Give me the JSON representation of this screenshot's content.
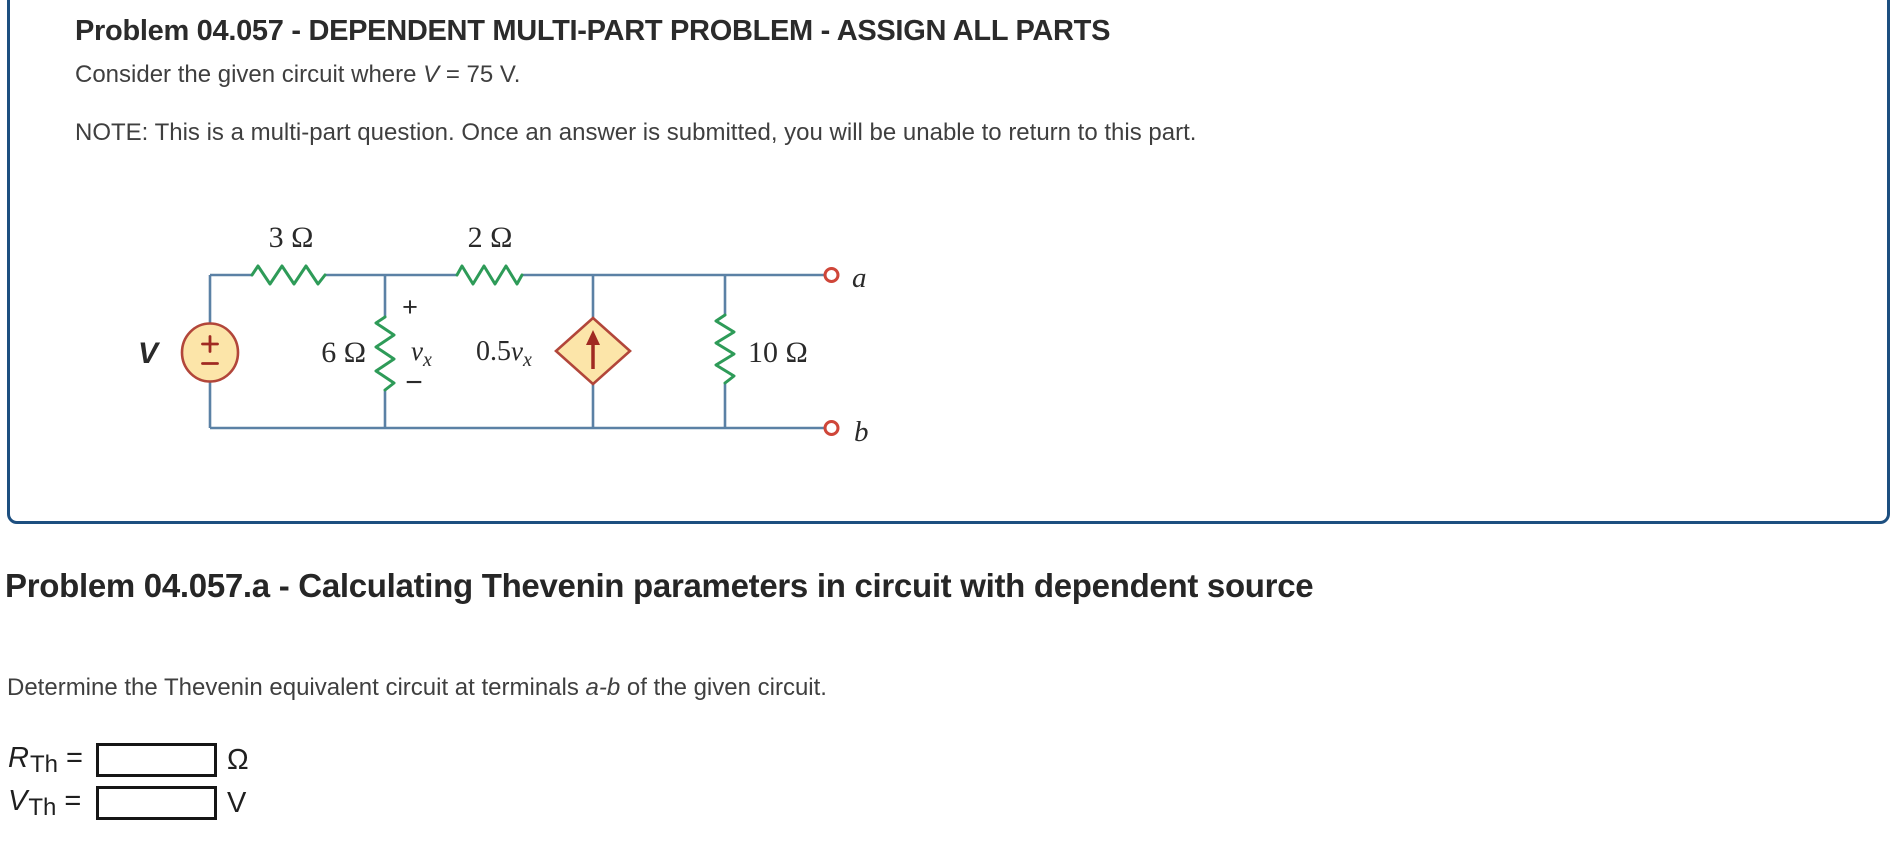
{
  "problem_box": {
    "title": "Problem 04.057 - DEPENDENT MULTI-PART PROBLEM - ASSIGN ALL PARTS",
    "intro_pre": "Consider the given circuit where ",
    "intro_var": "V",
    "intro_post": " = 75 V.",
    "note": "NOTE: This is a multi-part question. Once an answer is submitted, you will be unable to return to this part."
  },
  "circuit": {
    "source_label": "V",
    "resistor_top_left": "3 Ω",
    "resistor_top_right": "2 Ω",
    "resistor_middle": "6 Ω",
    "resistor_right": "10 Ω",
    "vx_plus": "+",
    "vx_var": "v",
    "vx_sub": "x",
    "vx_minus": "−",
    "dep_coeff": "0.5",
    "dep_var": "v",
    "dep_sub": "x",
    "terminal_a": "a",
    "terminal_b": "b",
    "colors": {
      "wire": "#5b81a5",
      "resistor": "#2e9b58",
      "component_fill": "#fce5a9",
      "component_stroke": "#b2463a",
      "arrow": "#a02a22",
      "terminal": "#cf4639",
      "box_border": "#1d4f80"
    }
  },
  "part_a": {
    "heading": "Problem 04.057.a - Calculating Thevenin parameters in circuit with dependent source",
    "prompt_pre": "Determine the Thevenin equivalent circuit at terminals ",
    "prompt_var": "a-b",
    "prompt_post": " of the given circuit.",
    "rows": [
      {
        "sym": "R",
        "sub": "Th",
        "eq": "=",
        "unit": "Ω",
        "value": ""
      },
      {
        "sym": "V",
        "sub": "Th",
        "eq": "=",
        "unit": "V",
        "value": ""
      }
    ]
  }
}
